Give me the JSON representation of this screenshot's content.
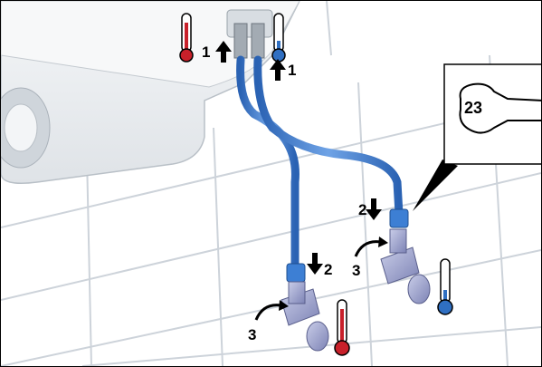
{
  "steps": {
    "hot_top": "1",
    "cold_top": "1",
    "cold_mid": "2",
    "hot_mid": "2",
    "cold_valve": "3",
    "hot_valve": "3"
  },
  "tool": {
    "wrench_size": "23"
  },
  "icons": {
    "hot_thermometer": "thermometer-hot-icon",
    "cold_thermometer": "thermometer-cold-icon",
    "wrench": "wrench-icon",
    "arrow_up": "arrow-up-icon",
    "arrow_down": "arrow-down-icon",
    "rotate": "rotate-arrow-icon"
  },
  "colors": {
    "hot": "#c8202a",
    "cold": "#2f6fc2",
    "hose": "#3d7fd4",
    "tile_lines": "#cdd3da",
    "basin": "#e9ecef"
  }
}
